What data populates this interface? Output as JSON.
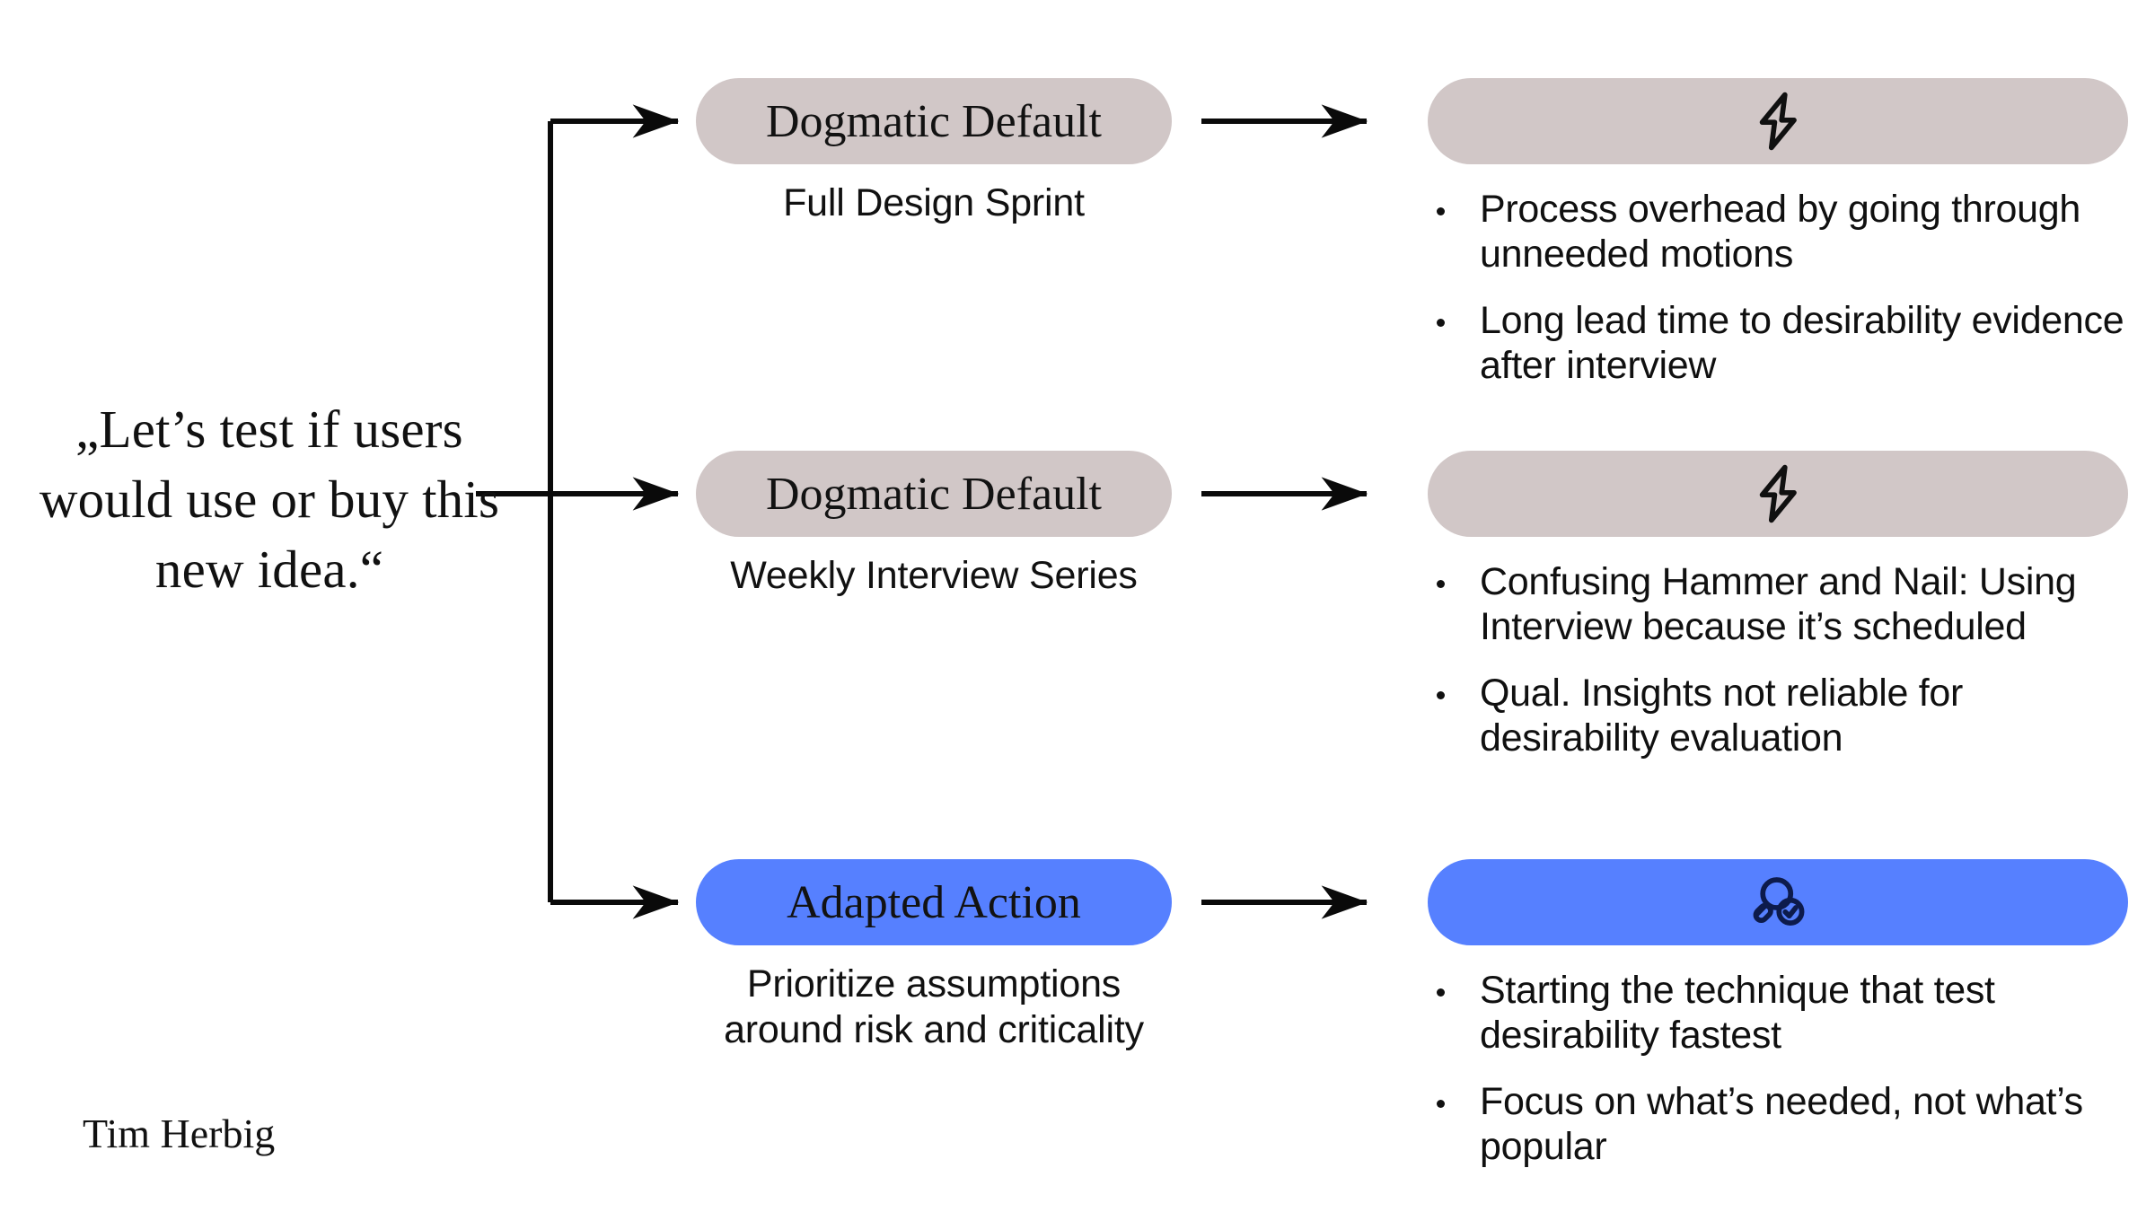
{
  "quote": {
    "text": "„Let’s test if users would use or buy this new idea.“"
  },
  "author": {
    "name": "Tim Herbig"
  },
  "colors": {
    "taupe": "#d1c7c7",
    "blue": "#5680ff",
    "icon_dark": "#101010",
    "icon_navy": "#0d1b4c",
    "background": "#ffffff",
    "text": "#111111"
  },
  "rows": [
    {
      "node": {
        "label": "Dogmatic Default",
        "caption": "Full Design Sprint",
        "style": "taupe"
      },
      "outcome": {
        "icon": "lightning-bolt-icon",
        "style": "taupe",
        "bullets": [
          "Process overhead by going through unneeded motions",
          "Long lead time to desirability evidence after interview"
        ]
      }
    },
    {
      "node": {
        "label": "Dogmatic Default",
        "caption": "Weekly Interview Series",
        "style": "taupe"
      },
      "outcome": {
        "icon": "lightning-bolt-icon",
        "style": "taupe",
        "bullets": [
          "Confusing Hammer and Nail: Using Interview because it’s scheduled",
          "Qual. Insights not reliable for desirability evaluation"
        ]
      }
    },
    {
      "node": {
        "label": "Adapted Action",
        "caption": "Prioritize assumptions around risk and criticality",
        "style": "blue"
      },
      "outcome": {
        "icon": "magnifier-check-icon",
        "style": "blue",
        "bullets": [
          "Starting the technique that test desirability fastest",
          "Focus on what’s needed, not what’s popular"
        ]
      }
    }
  ]
}
